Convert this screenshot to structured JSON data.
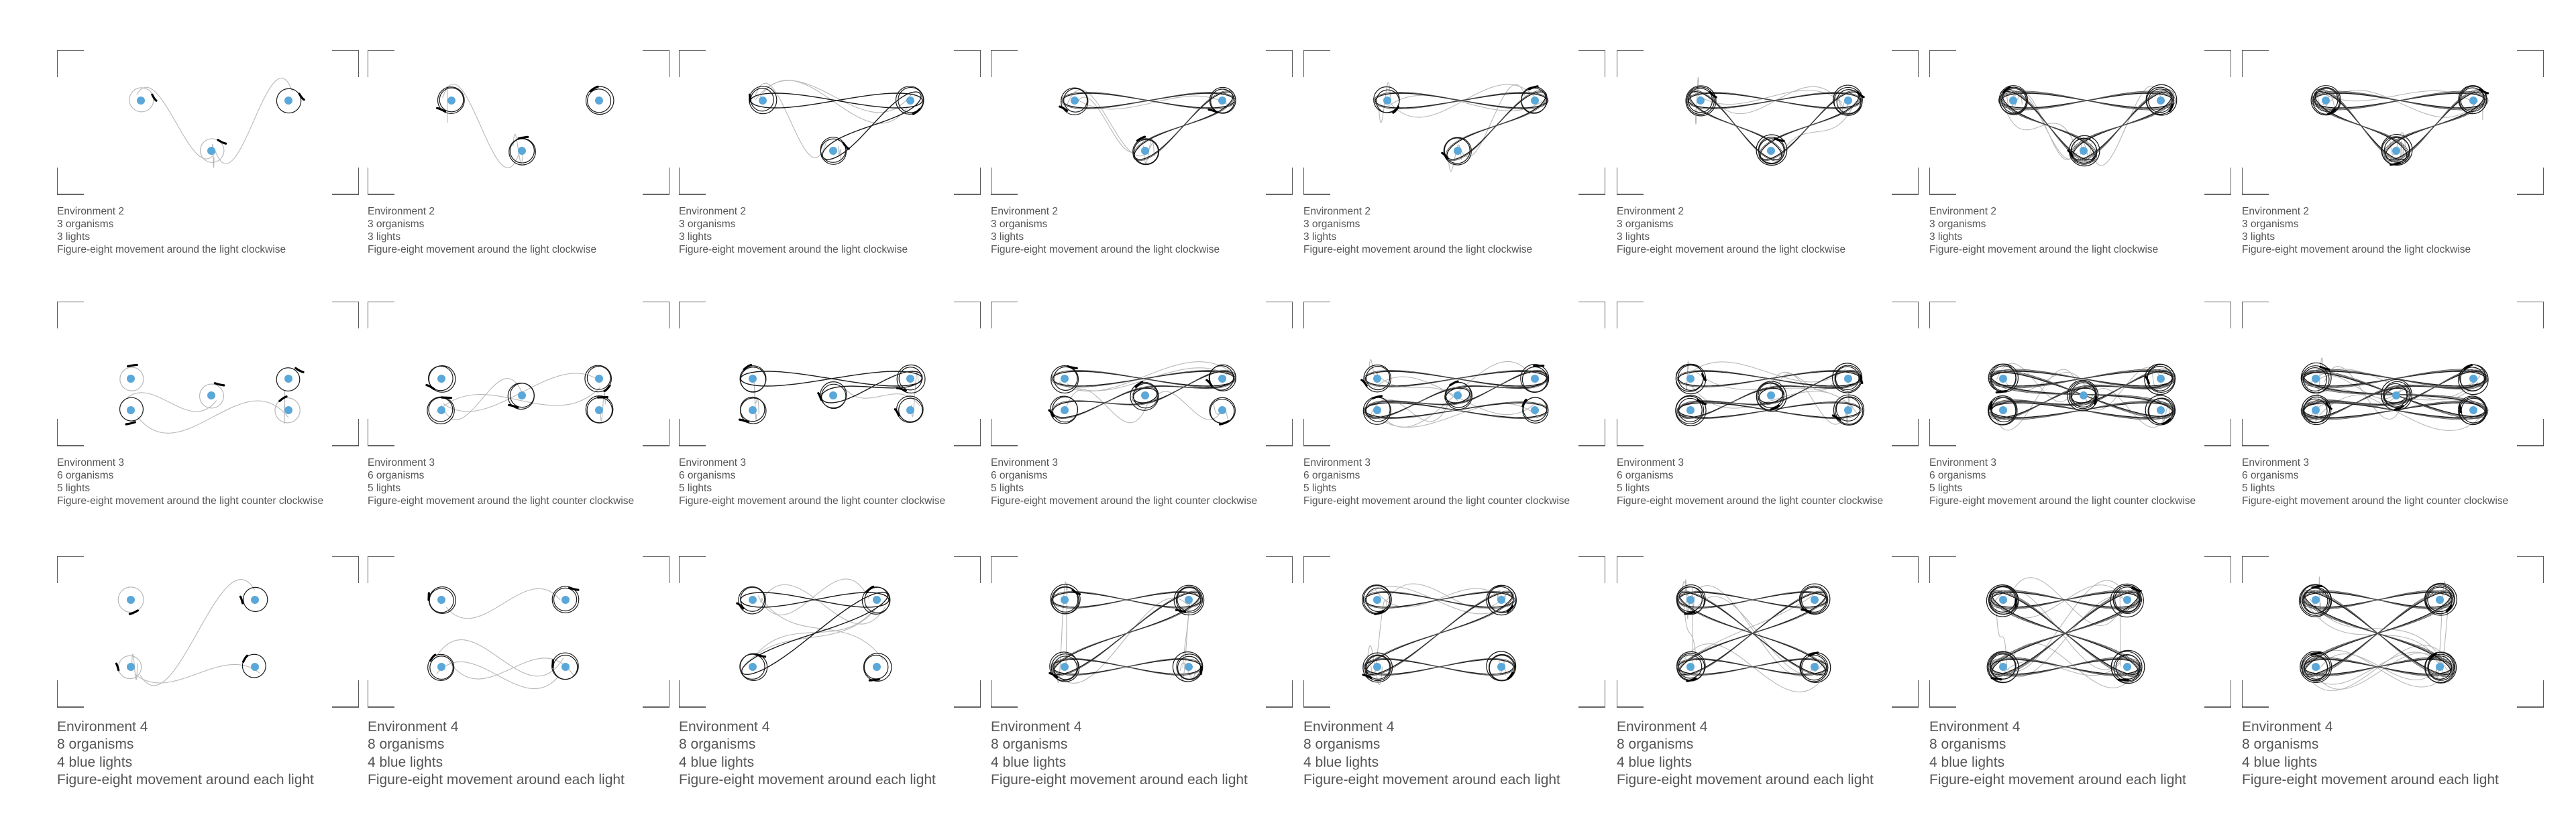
{
  "rows": [
    {
      "id": "environment-2",
      "frames": 8,
      "caption": {
        "environment": "Environment  2",
        "organisms": "3 organisms",
        "lights": "3 lights",
        "description": "Figure-eight movement around the light clockwise"
      }
    },
    {
      "id": "environment-3",
      "frames": 8,
      "caption": {
        "environment": "Environment  3",
        "organisms": "6 organisms",
        "lights": "5 lights",
        "description": "Figure-eight movement around the light  counter clockwise"
      }
    },
    {
      "id": "environment-4",
      "frames": 8,
      "caption": {
        "environment": "Environment 4",
        "organisms": "8 organisms",
        "lights": "4 blue lights",
        "description": "Figure-eight movement around each light"
      }
    }
  ],
  "colors": {
    "light": "#5aa7d9",
    "trail_dark": "#1a1a1a",
    "trail_light": "#b8b8b8",
    "frame": "#333333",
    "caption": "#555555"
  }
}
